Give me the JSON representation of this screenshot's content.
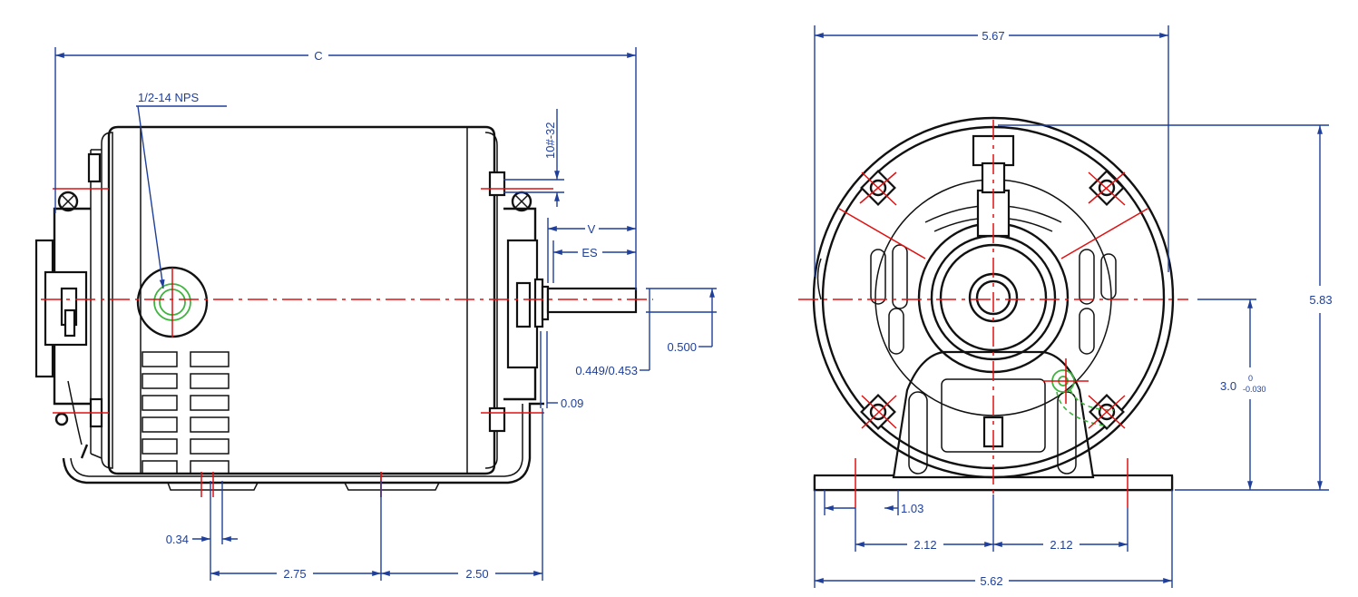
{
  "side_view": {
    "dim_overall": "C",
    "conduit_note": "1/2-14 NPS",
    "screw_note": "10#-32",
    "dim_v": "V",
    "dim_es": "ES",
    "shaft_diameter": "0.449/0.453",
    "shaft_height": "0.500",
    "flat_offset": "0.09",
    "foot_dim_small": "0.34",
    "foot_dim_left": "2.75",
    "foot_dim_right": "2.50"
  },
  "end_view": {
    "dim_top_width": "5.67",
    "dim_height": "5.83",
    "shaft_center_height": "3.0",
    "tol_upper": "0",
    "tol_lower": "-0.030",
    "foot_slot": "1.03",
    "hole_left": "2.12",
    "hole_right": "2.12",
    "dim_base_width": "5.62"
  },
  "colors": {
    "outline": "#111111",
    "dimension": "#1f3f9a",
    "centerline": "#e01010",
    "conduit": "#3fb33f"
  }
}
